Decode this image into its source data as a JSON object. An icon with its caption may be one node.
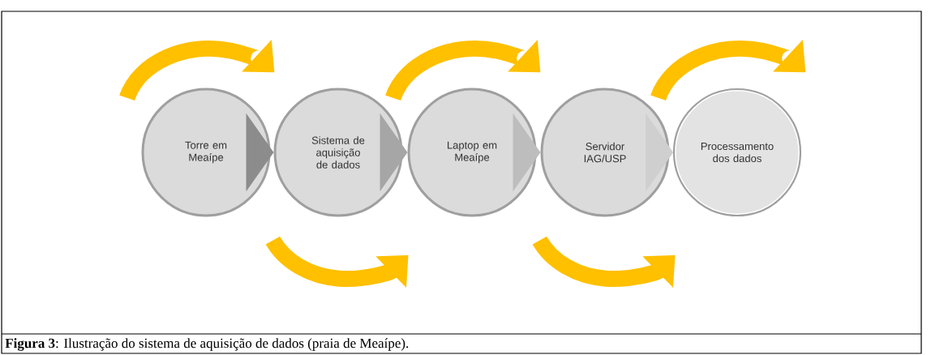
{
  "diagram": {
    "caption": "**Figura 3**: Ilustração do sistema de aquisição de dados (praia de Meaípe).",
    "nodes": [
      {
        "text": [
          "Torre em Meaípe"
        ]
      },
      {
        "text": [
          "Sistema de aquisição de dados"
        ]
      },
      {
        "text": [
          "Laptop em Meaípe"
        ]
      },
      {
        "text": [
          "Servidor IAG/USP"
        ]
      },
      {
        "text": [
          "Processamento dos dados"
        ]
      }
    ],
    "edges": [
      {
        "from": 0,
        "to": 1,
        "arrow": "to",
        "color": "#8c8c8c"
      },
      {
        "from": 1,
        "to": 2,
        "arrow": "to",
        "color": "#a6a6a6"
      },
      {
        "from": 2,
        "to": 3,
        "arrow": "to",
        "color": "#bdbdbd"
      },
      {
        "from": 3,
        "to": 4,
        "arrow": "to",
        "color": "#cfcfcf"
      }
    ]
  }
}
